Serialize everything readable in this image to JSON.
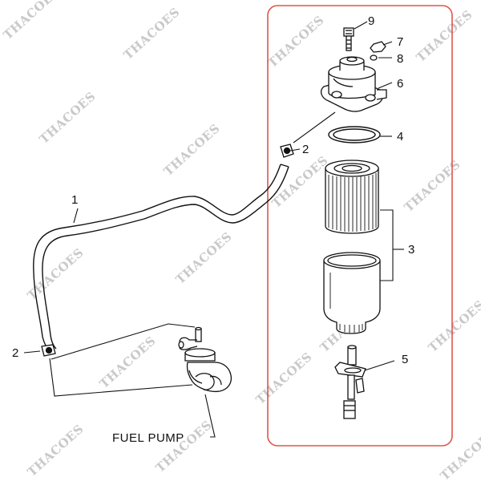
{
  "callouts": {
    "c1": "1",
    "c2a": "2",
    "c2b": "2",
    "c3": "3",
    "c4": "4",
    "c5": "5",
    "c6": "6",
    "c7": "7",
    "c8": "8",
    "c9": "9"
  },
  "fuel_pump_label": "FUEL PUMP",
  "watermark_text": "THACOES",
  "colors": {
    "line": "#111111",
    "highlight_box": "#e0554a",
    "watermark": "#c9c9c9"
  }
}
